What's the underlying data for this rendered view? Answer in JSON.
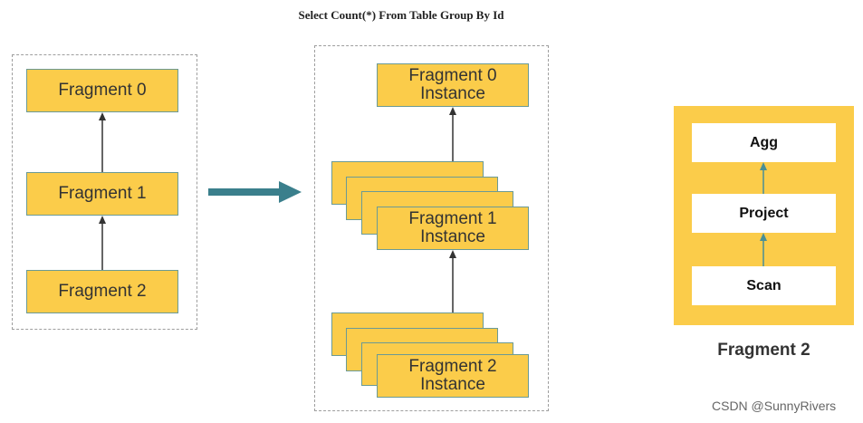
{
  "title": "Select Count(*) From Table Group By Id",
  "left": {
    "fragments": [
      "Fragment 0",
      "Fragment 1",
      "Fragment 2"
    ]
  },
  "middle": {
    "instance_label": "Instance",
    "fragment0": "Fragment 0",
    "fragment1": "Fragment 1",
    "fragment2": "Fragment 2"
  },
  "right": {
    "operators": [
      "Agg",
      "Project",
      "Scan"
    ],
    "caption": "Fragment 2"
  },
  "watermark": "CSDN @SunnyRivers",
  "colors": {
    "fragment_fill": "#fbcc4a",
    "fragment_border": "#6b9a95",
    "flow_arrow": "#3a7f8c",
    "op_arrow": "#4a8f95"
  }
}
